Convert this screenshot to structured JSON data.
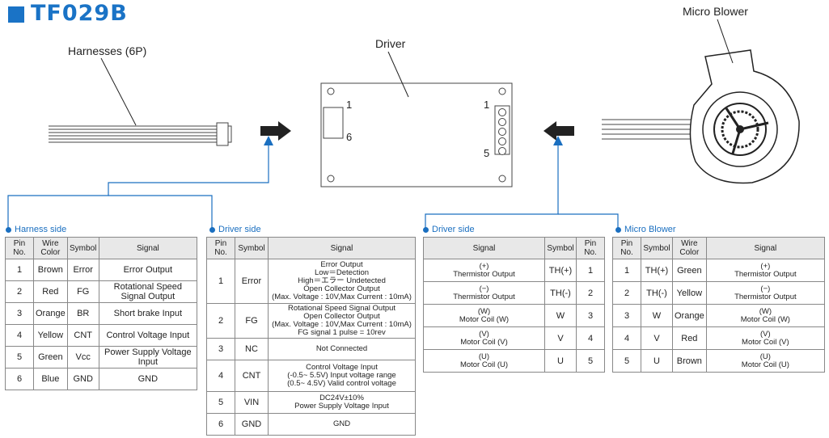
{
  "title": "TF029B",
  "labels": {
    "harnesses": "Harnesses (6P)",
    "driver": "Driver",
    "micro_blower": "Micro Blower",
    "pin1_left": "1",
    "pin6_left": "6",
    "pin1_right": "1",
    "pin5_right": "5"
  },
  "sections": {
    "harness_side": "Harness side",
    "driver_side_left": "Driver side",
    "driver_side_right": "Driver side",
    "micro_blower": "Micro Blower"
  },
  "harness_table": {
    "headers": [
      "Pin No.",
      "Wire Color",
      "Symbol",
      "Signal"
    ],
    "rows": [
      [
        "1",
        "Brown",
        "Error",
        "Error Output"
      ],
      [
        "2",
        "Red",
        "FG",
        "Rotational Speed Signal Output"
      ],
      [
        "3",
        "Orange",
        "BR",
        "Short brake Input"
      ],
      [
        "4",
        "Yellow",
        "CNT",
        "Control Voltage Input"
      ],
      [
        "5",
        "Green",
        "Vcc",
        "Power Supply Voltage Input"
      ],
      [
        "6",
        "Blue",
        "GND",
        "GND"
      ]
    ]
  },
  "driver_table": {
    "headers": [
      "Pin No.",
      "Symbol",
      "Signal"
    ],
    "rows": [
      {
        "pin": "1",
        "symbol": "Error",
        "signal": [
          "Error Output",
          "Low＝Detection",
          "High＝エラー Undetected",
          "Open Collector Output",
          "(Max. Voltage : 10V,Max Current : 10mA)"
        ]
      },
      {
        "pin": "2",
        "symbol": "FG",
        "signal": [
          "Rotational Speed Signal Output",
          "Open Collector Output",
          "(Max. Voltage : 10V,Max Current : 10mA)",
          "FG signal 1 pulse = 10rev"
        ]
      },
      {
        "pin": "3",
        "symbol": "NC",
        "signal": [
          "Not Connected"
        ]
      },
      {
        "pin": "4",
        "symbol": "CNT",
        "signal": [
          "Control Voltage Input",
          "(-0.5~ 5.5V) Input voltage range",
          "(0.5~ 4.5V)   Valid control voltage"
        ]
      },
      {
        "pin": "5",
        "symbol": "VIN",
        "signal": [
          "DC24V±10%",
          "Power Supply Voltage Input"
        ]
      },
      {
        "pin": "6",
        "symbol": "GND",
        "signal": [
          "GND"
        ]
      }
    ]
  },
  "driver_table2": {
    "headers": [
      "Signal",
      "Symbol",
      "Pin No."
    ],
    "rows": [
      {
        "signal": [
          "(+)",
          "Thermistor Output"
        ],
        "symbol": "TH(+)",
        "pin": "1"
      },
      {
        "signal": [
          "(−)",
          "Thermistor Output"
        ],
        "symbol": "TH(-)",
        "pin": "2"
      },
      {
        "signal": [
          "(W)",
          "Motor Coil (W)"
        ],
        "symbol": "W",
        "pin": "3"
      },
      {
        "signal": [
          "(V)",
          "Motor Coil (V)"
        ],
        "symbol": "V",
        "pin": "4"
      },
      {
        "signal": [
          "(U)",
          "Motor Coil (U)"
        ],
        "symbol": "U",
        "pin": "5"
      }
    ]
  },
  "blower_table": {
    "headers": [
      "Pin No.",
      "Symbol",
      "Wire Color",
      "Signal"
    ],
    "rows": [
      {
        "pin": "1",
        "symbol": "TH(+)",
        "color": "Green",
        "signal": [
          "(+)",
          "Thermistor Output"
        ]
      },
      {
        "pin": "2",
        "symbol": "TH(-)",
        "color": "Yellow",
        "signal": [
          "(−)",
          "Thermistor Output"
        ]
      },
      {
        "pin": "3",
        "symbol": "W",
        "color": "Orange",
        "signal": [
          "(W)",
          "Motor Coil (W)"
        ]
      },
      {
        "pin": "4",
        "symbol": "V",
        "color": "Red",
        "signal": [
          "(V)",
          "Motor Coil (V)"
        ]
      },
      {
        "pin": "5",
        "symbol": "U",
        "color": "Brown",
        "signal": [
          "(U)",
          "Motor Coil (U)"
        ]
      }
    ]
  },
  "colors": {
    "accent": "#1a73c6",
    "line": "#1a6fc0",
    "header_bg": "#e8e8e8"
  }
}
